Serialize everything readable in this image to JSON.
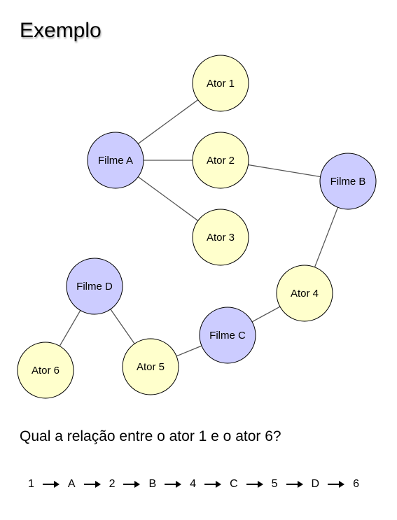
{
  "title": "Exemplo",
  "graph": {
    "colors": {
      "filme_fill": "#ccccff",
      "ator_fill": "#ffffcc",
      "stroke": "#000000",
      "edge": "#555555"
    },
    "nodes": [
      {
        "id": "ator1",
        "label": "Ator 1",
        "kind": "ator"
      },
      {
        "id": "filmeA",
        "label": "Filme A",
        "kind": "filme"
      },
      {
        "id": "ator2",
        "label": "Ator 2",
        "kind": "ator"
      },
      {
        "id": "filmeB",
        "label": "Filme B",
        "kind": "filme"
      },
      {
        "id": "ator3",
        "label": "Ator 3",
        "kind": "ator"
      },
      {
        "id": "filmeD",
        "label": "Filme D",
        "kind": "filme"
      },
      {
        "id": "ator4",
        "label": "Ator 4",
        "kind": "ator"
      },
      {
        "id": "filmeC",
        "label": "Filme C",
        "kind": "filme"
      },
      {
        "id": "ator6",
        "label": "Ator 6",
        "kind": "ator"
      },
      {
        "id": "ator5",
        "label": "Ator 5",
        "kind": "ator"
      }
    ],
    "edges": [
      [
        "filmeA",
        "ator1"
      ],
      [
        "filmeA",
        "ator2"
      ],
      [
        "filmeA",
        "ator3"
      ],
      [
        "ator2",
        "filmeB"
      ],
      [
        "filmeB",
        "ator4"
      ],
      [
        "ator4",
        "filmeC"
      ],
      [
        "filmeC",
        "ator5"
      ],
      [
        "ator5",
        "filmeD"
      ],
      [
        "filmeD",
        "ator6"
      ]
    ]
  },
  "question": "Qual a relação entre o ator 1 e o ator 6?",
  "path": [
    "1",
    "A",
    "2",
    "B",
    "4",
    "C",
    "5",
    "D",
    "6"
  ]
}
